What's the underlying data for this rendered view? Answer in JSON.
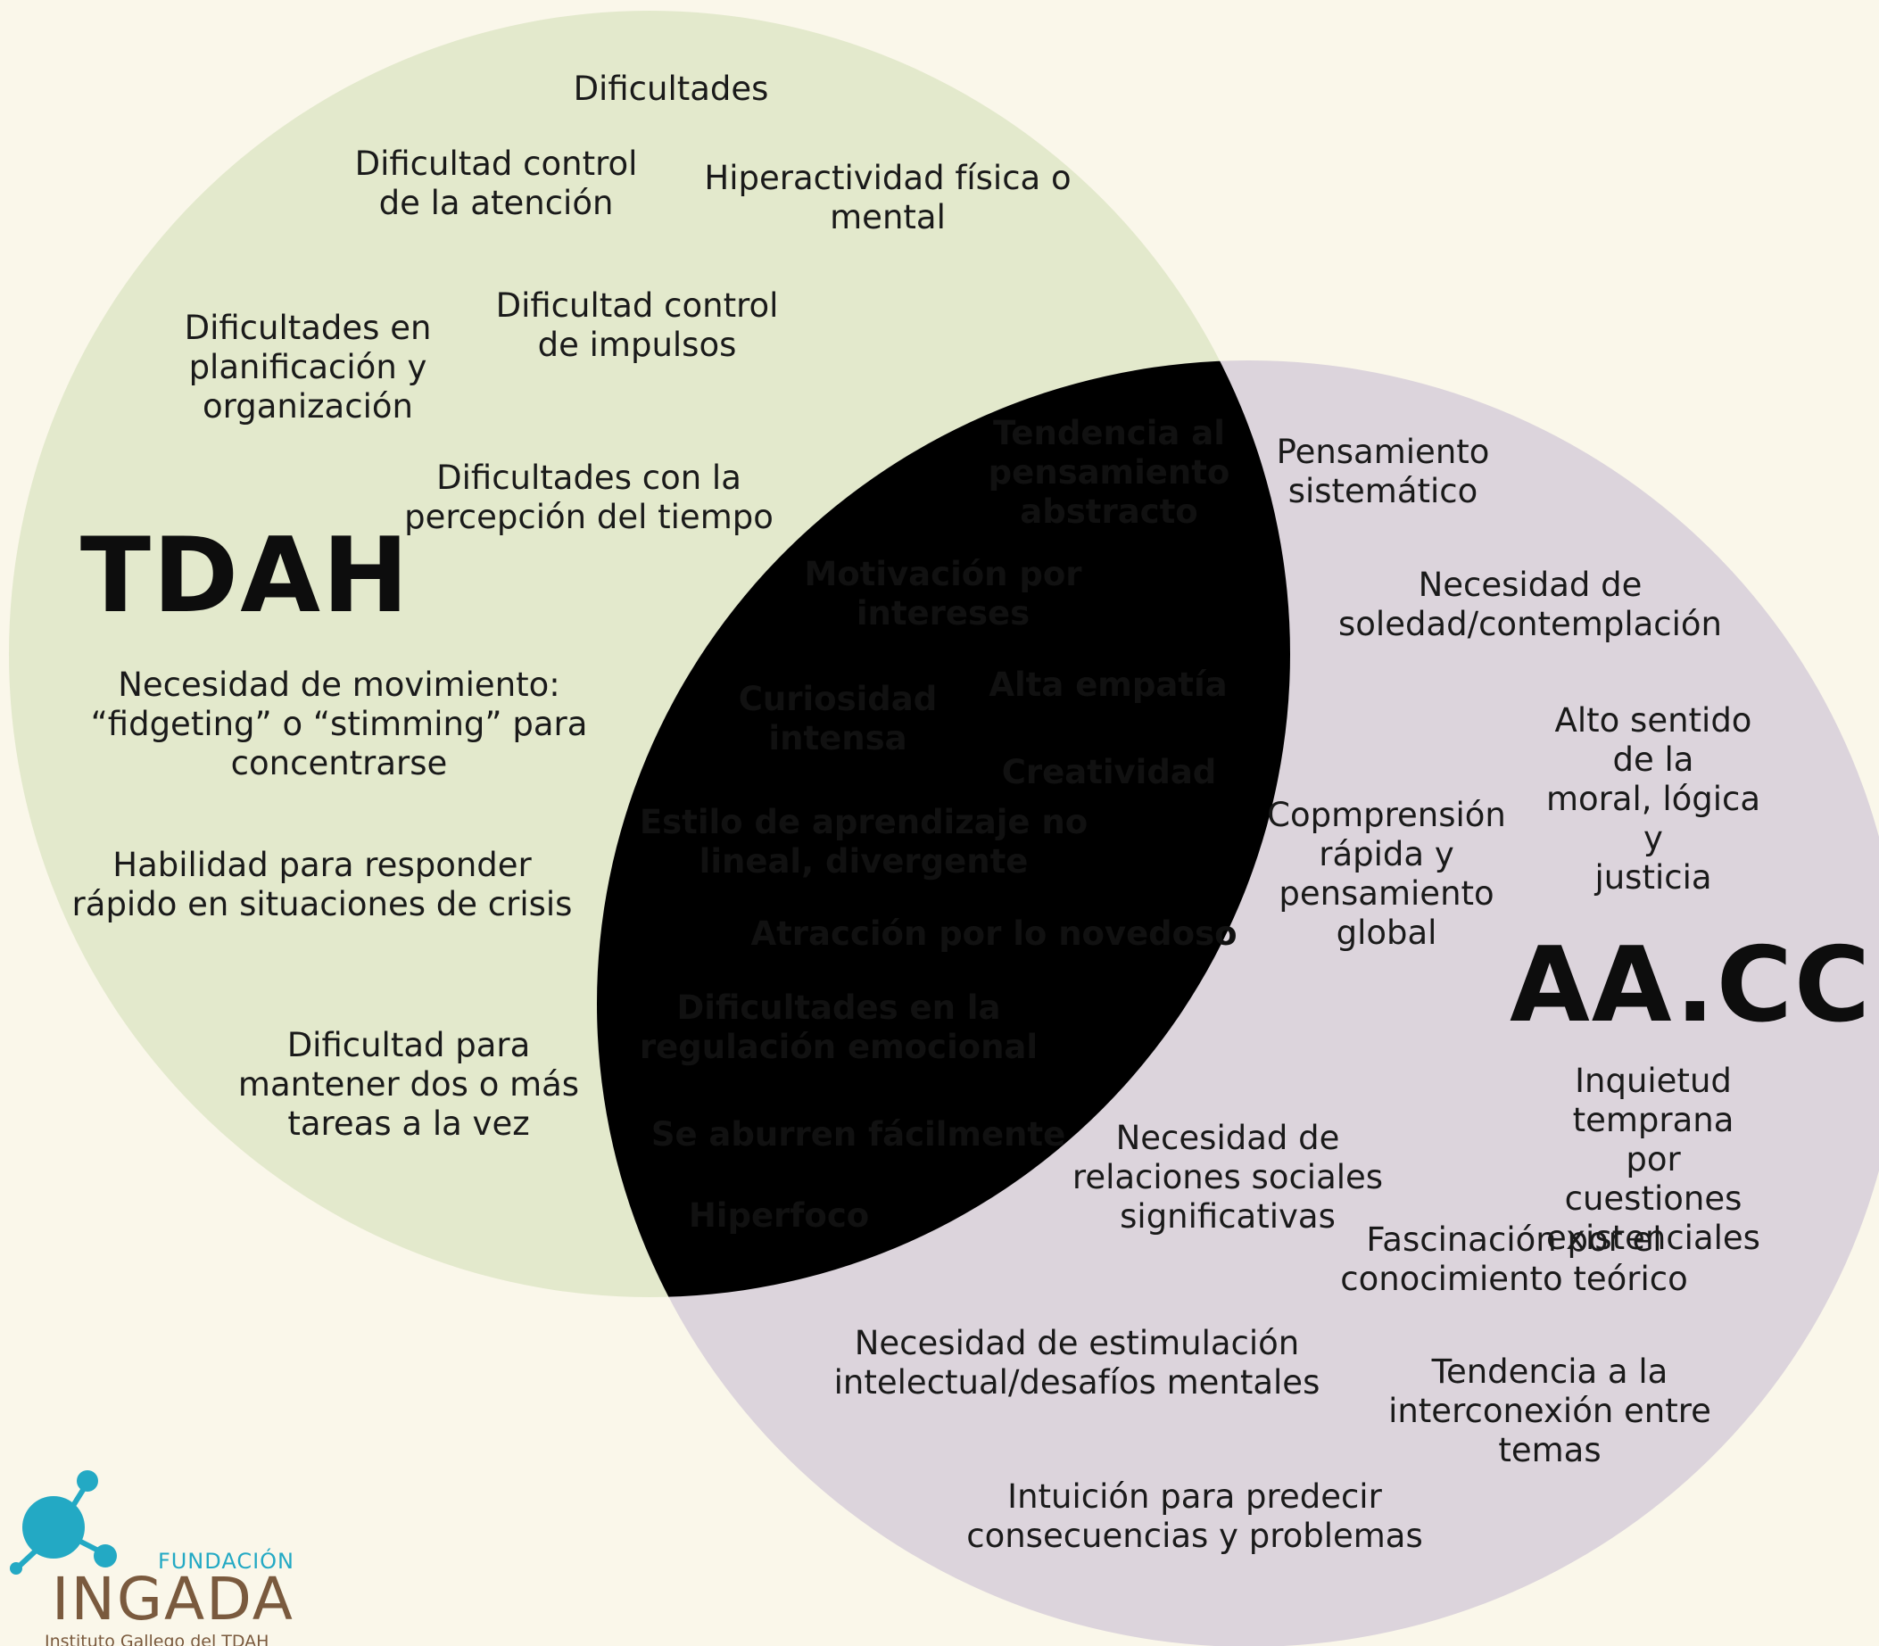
{
  "sets": {
    "left": {
      "name": "TDAH",
      "color": "#e3e9cc"
    },
    "right": {
      "name": "AA.CC",
      "color": "#dcd4dc"
    },
    "overlap_color": "#c6c8bd"
  },
  "left_only": [
    "Dificultades",
    "Dificultad control\nde la atención",
    "Hiperactividad física o\nmental",
    "Dificultades en\nplanificación y\norganización",
    "Dificultad control\nde impulsos",
    "Dificultades con la\npercepción del tiempo",
    "Necesidad de movimiento:\n“fidgeting” o “stimming” para\nconcentrarse",
    "Habilidad para responder\nrápido en situaciones de crisis",
    "Dificultad para\nmantener dos o más\ntareas a la vez"
  ],
  "both": [
    "Tendencia al\npensamiento\nabstracto",
    "Motivación por\nintereses",
    "Curiosidad\nintensa",
    "Alta empatía",
    "Creatividad",
    "Estilo de aprendizaje  no\nlineal, divergente",
    "Atracción por lo novedoso",
    "Dificultades en la\nregulación emocional",
    "Se aburren fácilmente",
    "Hiperfoco"
  ],
  "right_only": [
    "Pensamiento\nsistemático",
    "Necesidad de\nsoledad/contemplación",
    "Alto sentido de la\nmoral, lógica y\njusticia",
    "Copmprensión\nrápida y\npensamiento\nglobal",
    "Inquietud temprana\npor cuestiones\nexistenciales",
    "Necesidad de\nrelaciones sociales\nsignificativas",
    "Fascinación por el\nconocimiento teórico",
    "Necesidad de estimulación\nintelectual/desafíos mentales",
    "Tendencia a la\ninterconexión entre\ntemas",
    "Intuición para predecir\nconsecuencias y problemas"
  ],
  "logo": {
    "top": "FUNDACIÓN",
    "name": "INGADA",
    "subtitle": "Instituto Gallego del TDAH",
    "colors": {
      "accent": "#23a9c4",
      "brown": "#7a5a3e"
    }
  }
}
